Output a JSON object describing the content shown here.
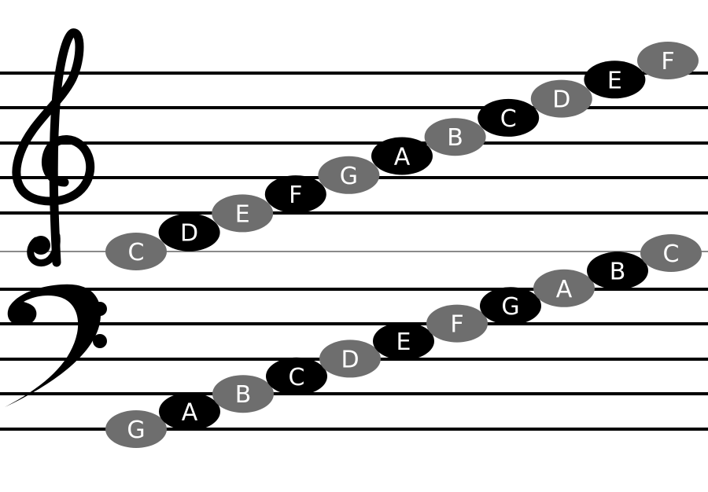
{
  "colors": {
    "background": "#ffffff",
    "staff_line": "#000000",
    "middle_line": "#444444",
    "note_black": "#000000",
    "note_gray": "#6e6e6e",
    "note_text": "#ffffff"
  },
  "treble": {
    "clef_icon": "treble-clef-icon",
    "notes": [
      {
        "label": "C",
        "fill": "gray"
      },
      {
        "label": "D",
        "fill": "black"
      },
      {
        "label": "E",
        "fill": "gray"
      },
      {
        "label": "F",
        "fill": "black"
      },
      {
        "label": "G",
        "fill": "gray"
      },
      {
        "label": "A",
        "fill": "black"
      },
      {
        "label": "B",
        "fill": "gray"
      },
      {
        "label": "C",
        "fill": "black"
      },
      {
        "label": "D",
        "fill": "gray"
      },
      {
        "label": "E",
        "fill": "black"
      },
      {
        "label": "F",
        "fill": "gray"
      }
    ]
  },
  "bass": {
    "clef_icon": "bass-clef-icon",
    "notes": [
      {
        "label": "G",
        "fill": "gray"
      },
      {
        "label": "A",
        "fill": "black"
      },
      {
        "label": "B",
        "fill": "gray"
      },
      {
        "label": "C",
        "fill": "black"
      },
      {
        "label": "D",
        "fill": "gray"
      },
      {
        "label": "E",
        "fill": "black"
      },
      {
        "label": "F",
        "fill": "gray"
      },
      {
        "label": "G",
        "fill": "black"
      },
      {
        "label": "A",
        "fill": "gray"
      },
      {
        "label": "B",
        "fill": "black"
      },
      {
        "label": "C",
        "fill": "gray"
      }
    ]
  }
}
